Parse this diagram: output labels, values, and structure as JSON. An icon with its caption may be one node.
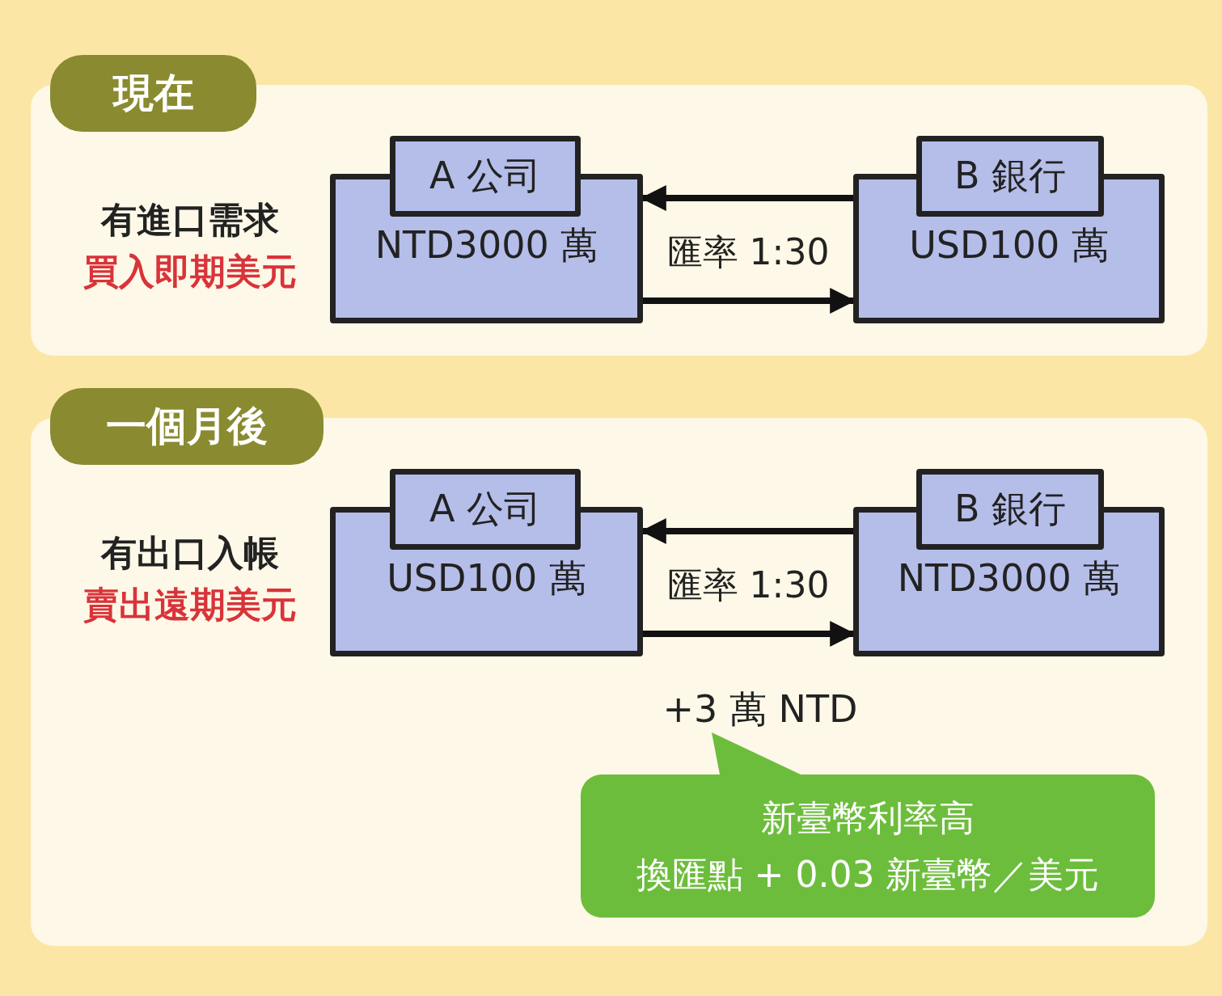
{
  "diagram": {
    "nodes": [
      {
        "text": [
          "現在"
        ]
      },
      {
        "text": [
          "A 公司",
          "NTD3000 萬"
        ],
        "in": 0,
        "beside": [
          "有進口需求",
          "買入即期美元"
        ]
      },
      {
        "text": [
          "B 銀行",
          "USD100 萬"
        ],
        "in": 0
      },
      {
        "text": [
          "一個月後"
        ]
      },
      {
        "text": [
          "A 公司",
          "USD100 萬"
        ],
        "in": 3,
        "beside": [
          "有出口入帳",
          "賣出遠期美元"
        ]
      },
      {
        "text": [
          "B 銀行",
          "NTD3000 萬"
        ],
        "in": 3
      },
      {
        "text": [
          "+3 萬 NTD"
        ],
        "in": 3
      },
      {
        "text": [
          "新臺幣利率高",
          "換匯點 + 0.03 新臺幣／美元"
        ],
        "in": 3
      }
    ],
    "edges": [
      {
        "from": 2,
        "to": 1,
        "arrow": "to",
        "label": "匯率 1:30"
      },
      {
        "from": 1,
        "to": 2,
        "arrow": "to"
      },
      {
        "from": 5,
        "to": 4,
        "arrow": "to",
        "label": "匯率 1:30"
      },
      {
        "from": 4,
        "to": 5,
        "arrow": "to"
      },
      {
        "from": 7,
        "to": 6,
        "arrow": "none"
      }
    ]
  }
}
